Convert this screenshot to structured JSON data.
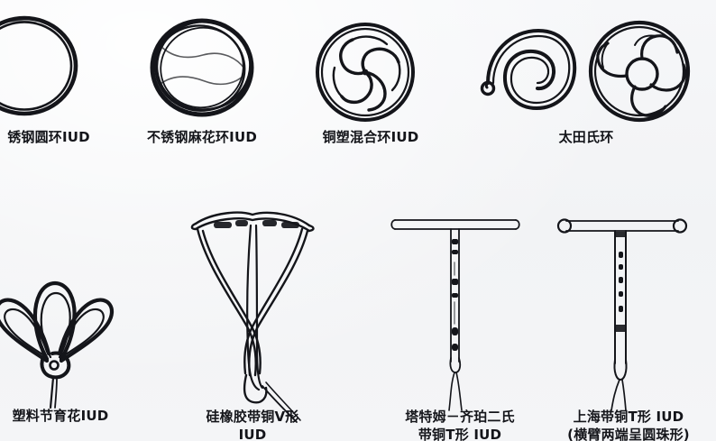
{
  "figure": {
    "background_color": "#f4f5f7",
    "ink_color": "#14151a",
    "description": "Illustrated chart of intrauterine device (IUD) types, line drawings with Chinese captions, arranged in two rows of four"
  },
  "rows": [
    {
      "row_index": 1,
      "items": [
        {
          "id": "stainless-steel-round-ring",
          "caption": "锈钢圆环IUD",
          "caption_note": "left edge cropped, full text 不锈钢圆环IUD",
          "shape": "round-ring",
          "cropped": "left"
        },
        {
          "id": "stainless-steel-twisted-ring",
          "caption": "不锈钢麻花环IUD",
          "shape": "twisted-ring",
          "cropped": "none"
        },
        {
          "id": "copper-plastic-mixed-ring",
          "caption": "铜塑混合环IUD",
          "shape": "ring-with-swirl",
          "cropped": "none"
        },
        {
          "id": "ota-ring",
          "caption": "太田氏环",
          "shape": "ota-spiral-and-spoked-ring",
          "cropped": "none"
        }
      ]
    },
    {
      "row_index": 2,
      "items": [
        {
          "id": "plastic-flower-iud",
          "caption": "塑料节育花IUD",
          "caption_note": "left edge cropped",
          "shape": "flower-loops-with-tail",
          "cropped": "left"
        },
        {
          "id": "silicone-copper-v-iud",
          "caption_line1": "硅橡胶带铜V形",
          "caption_line2": "IUD",
          "shape": "v-shaped-frame",
          "cropped": "bottom"
        },
        {
          "id": "tatum-zipper-copper-t-iud",
          "caption_line1": "塔特姆－齐珀二氏",
          "caption_line2": "带铜T形 IUD",
          "shape": "t-shaped-straight-arms",
          "cropped": "bottom"
        },
        {
          "id": "shanghai-copper-t-iud",
          "caption_line1": "上海带铜T形 IUD",
          "caption_line2": "(横臂两端呈圆珠形)",
          "shape": "t-shaped-ball-ended-arms",
          "cropped": "bottom"
        }
      ]
    }
  ]
}
